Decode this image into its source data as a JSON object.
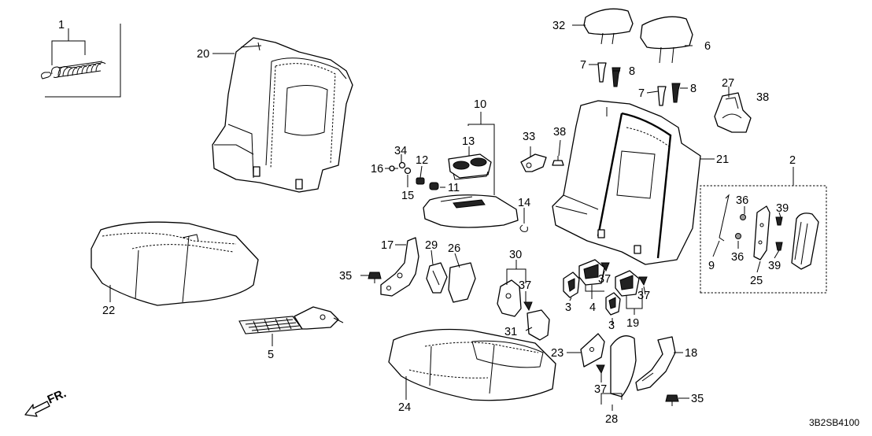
{
  "callouts": {
    "c1": "1",
    "c2": "2",
    "c3a": "3",
    "c3b": "3",
    "c4": "4",
    "c5": "5",
    "c6": "6",
    "c7a": "7",
    "c7b": "7",
    "c8a": "8",
    "c8b": "8",
    "c9": "9",
    "c10": "10",
    "c11": "11",
    "c12": "12",
    "c13": "13",
    "c14": "14",
    "c15": "15",
    "c16": "16",
    "c17": "17",
    "c18": "18",
    "c19": "19",
    "c20": "20",
    "c21": "21",
    "c22": "22",
    "c23": "23",
    "c24": "24",
    "c25": "25",
    "c26": "26",
    "c27": "27",
    "c28": "28",
    "c29": "29",
    "c30": "30",
    "c31": "31",
    "c32": "32",
    "c33": "33",
    "c34": "34",
    "c35a": "35",
    "c35b": "35",
    "c36a": "36",
    "c36b": "36",
    "c37a": "37",
    "c37b": "37",
    "c37c": "37",
    "c37d": "37",
    "c38a": "38",
    "c38b": "38",
    "c39a": "39",
    "c39b": "39"
  },
  "direction_label": "FR.",
  "diagram_code": "3B2SB4100"
}
